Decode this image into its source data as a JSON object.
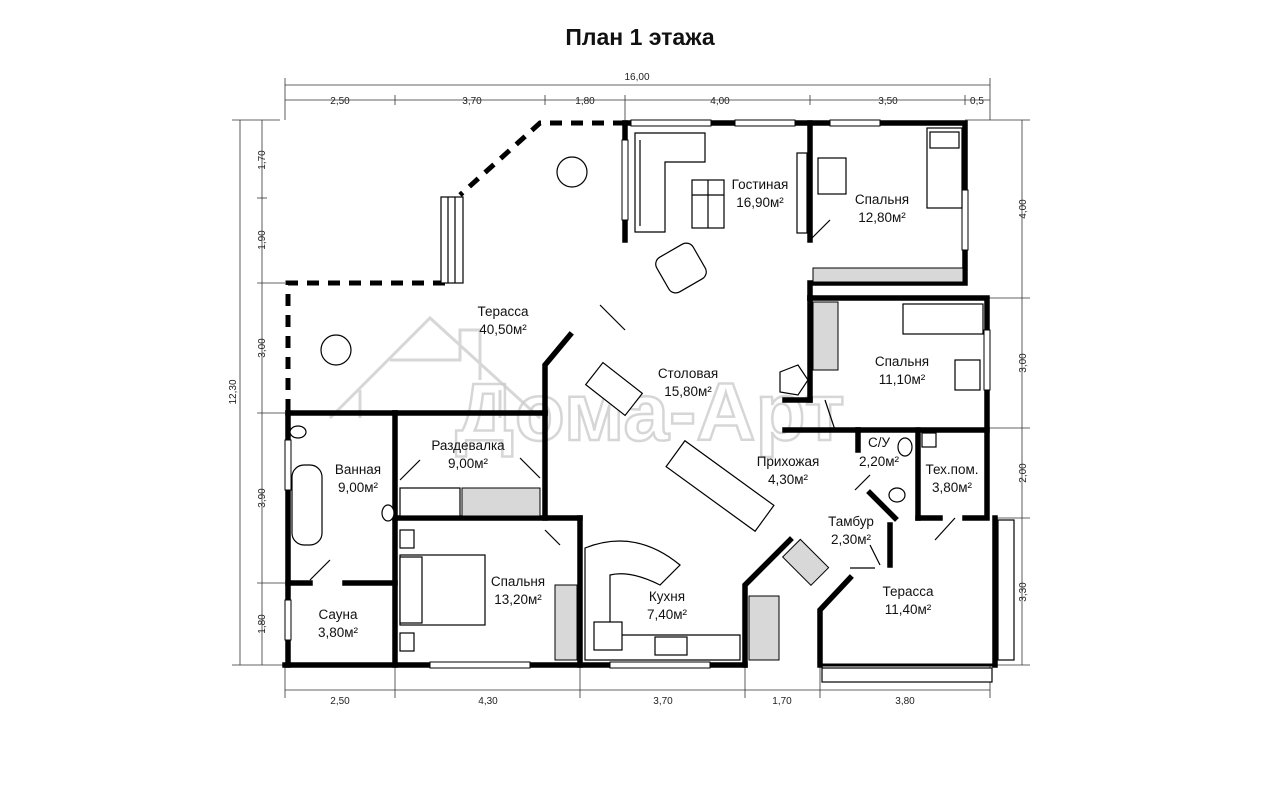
{
  "title": "План 1 этажа",
  "watermark": "Дома-Арт",
  "dimensions": {
    "top_total": "16,00",
    "top": [
      "2,50",
      "3,70",
      "1,80",
      "4,00",
      "3,50",
      "0,5"
    ],
    "bottom": [
      "2,50",
      "4,30",
      "3,70",
      "1,70",
      "3,80"
    ],
    "left_total": "12,30",
    "left": [
      "1,70",
      "1,90",
      "3,00",
      "3,90",
      "1,80"
    ],
    "right": [
      "4,00",
      "3,00",
      "2,00",
      "3,30"
    ]
  },
  "rooms": [
    {
      "name": "Гостиная",
      "area": "16,90м²"
    },
    {
      "name": "Спальня",
      "area": "12,80м²"
    },
    {
      "name": "Терасса",
      "area": "40,50м²"
    },
    {
      "name": "Спальня",
      "area": "11,10м²"
    },
    {
      "name": "Столовая",
      "area": "15,80м²"
    },
    {
      "name": "Раздевалка",
      "area": "9,00м²"
    },
    {
      "name": "Ванная",
      "area": "9,00м²"
    },
    {
      "name": "С/У",
      "area": "2,20м²"
    },
    {
      "name": "Прихожая",
      "area": "4,30м²"
    },
    {
      "name": "Тех.пом.",
      "area": "3,80м²"
    },
    {
      "name": "Тамбур",
      "area": "2,30м²"
    },
    {
      "name": "Спальня",
      "area": "13,20м²"
    },
    {
      "name": "Кухня",
      "area": "7,40м²"
    },
    {
      "name": "Терасса",
      "area": "11,40м²"
    },
    {
      "name": "Сауна",
      "area": "3,80м²"
    }
  ]
}
